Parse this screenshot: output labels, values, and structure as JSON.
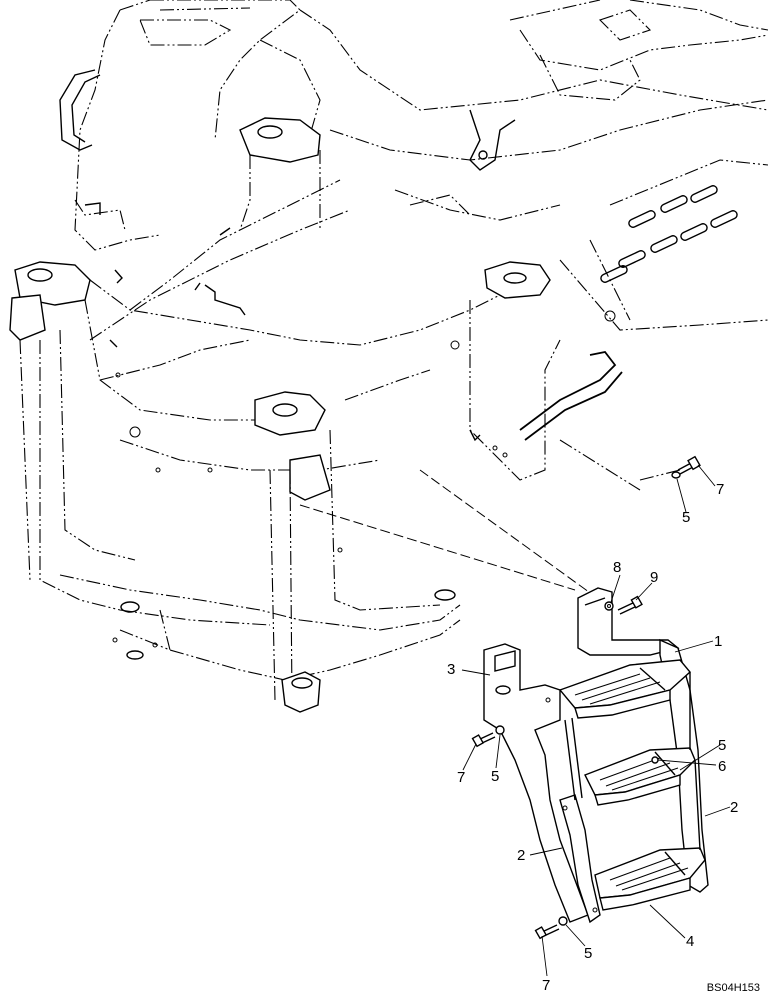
{
  "callouts": {
    "c1": "1",
    "c2a": "2",
    "c2b": "2",
    "c3": "3",
    "c4": "4",
    "c5a": "5",
    "c5b": "5",
    "c5c": "5",
    "c5d": "5",
    "c6": "6",
    "c7a": "7",
    "c7b": "7",
    "c7c": "7",
    "c8": "8",
    "c9": "9"
  },
  "drawing_code": "BS04H153"
}
